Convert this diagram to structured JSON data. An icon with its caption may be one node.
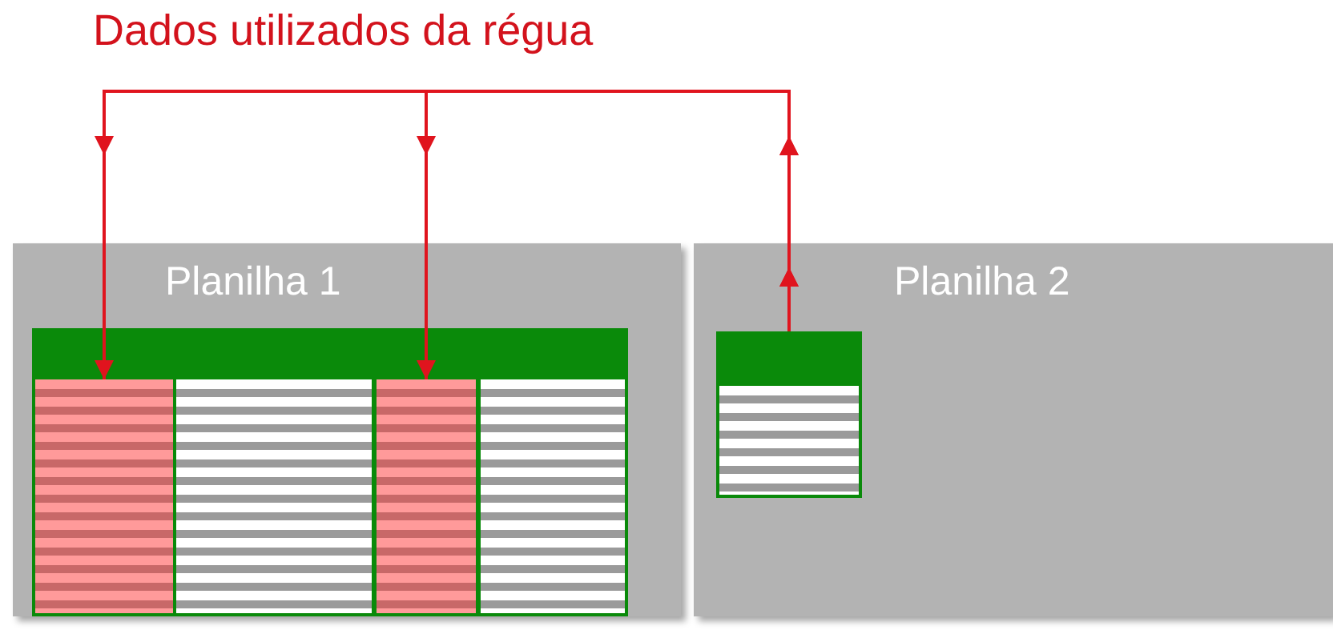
{
  "diagram": {
    "nodes": [
      {
        "text": [
          "Planilha 1"
        ]
      },
      {
        "text": [],
        "shape": "box",
        "in": 0
      },
      {
        "text": [],
        "shape": "bar",
        "in": 1
      },
      {
        "text": [],
        "shape": "bar",
        "in": 1
      },
      {
        "text": [],
        "shape": "bar",
        "in": 1
      },
      {
        "text": [],
        "shape": "bar",
        "in": 1
      },
      {
        "text": [
          "Planilha 2"
        ]
      },
      {
        "text": [],
        "shape": "box",
        "in": 6
      },
      {
        "text": [],
        "shape": "bar",
        "in": 7
      }
    ],
    "edges": [
      {
        "from": 7,
        "to": 2,
        "arrow": "to"
      },
      {
        "from": 7,
        "to": 4,
        "arrow": "to"
      }
    ],
    "labels": [
      "Dados utilizados da régua"
    ]
  }
}
